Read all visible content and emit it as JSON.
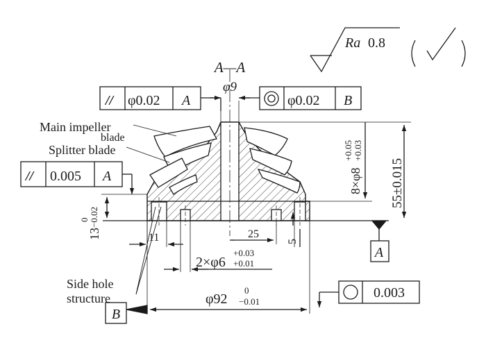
{
  "surface_finish": {
    "symbol": "Ra",
    "value": "0.8",
    "general_mark": "( √ )"
  },
  "section_label": "A—A",
  "top_dim": "φ9",
  "fcf_parallel_top": {
    "symbol": "//",
    "tolerance": "φ0.02",
    "datum": "A"
  },
  "fcf_concentric": {
    "symbol": "◎",
    "tolerance": "φ0.02",
    "datum": "B"
  },
  "fcf_parallel_left": {
    "symbol": "//",
    "tolerance": "0.005",
    "datum": "A"
  },
  "fcf_circularity": {
    "symbol": "○",
    "tolerance": "0.003"
  },
  "labels": {
    "main_blade_line1": "Main impeller",
    "main_blade_line2": "blade",
    "splitter_blade": "Splitter blade",
    "side_hole_line1": "Side hole",
    "side_hole_line2": "structure"
  },
  "datums": {
    "a": "A",
    "b": "B"
  },
  "dims": {
    "hole_8_main": "8×φ8",
    "hole_8_up": "+0.05",
    "hole_8_low": "+0.03",
    "height_55": "55±0.015",
    "d13_main": "13",
    "d13_up": "0",
    "d13_low": "−0.02",
    "d11": "11",
    "d25": "25",
    "d5": "5",
    "hole_6_main": "2×φ6",
    "hole_6_up": "+0.03",
    "hole_6_low": "+0.01",
    "diam_92_main": "φ92",
    "diam_92_up": "0",
    "diam_92_low": "−0.01"
  }
}
